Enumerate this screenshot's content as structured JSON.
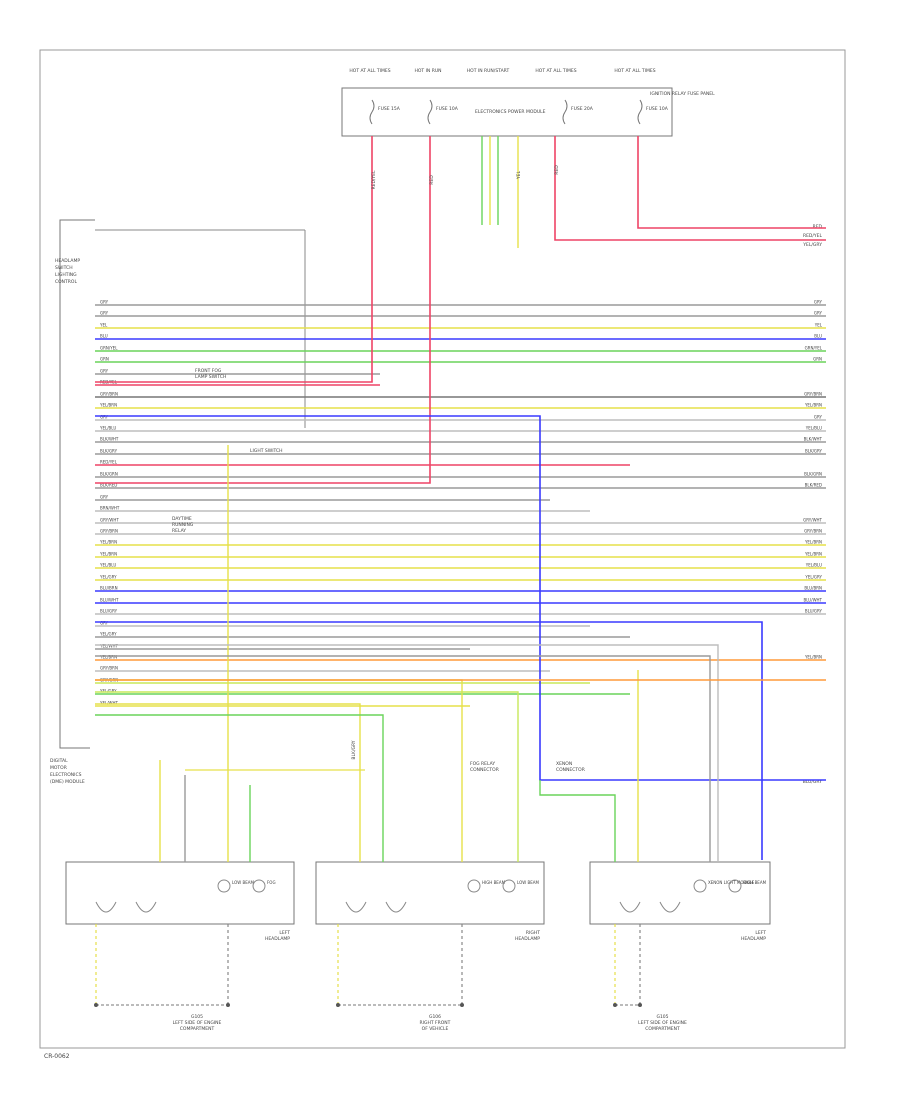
{
  "fuse_box": {
    "headers": [
      "HOT AT ALL TIMES",
      "HOT IN RUN",
      "HOT IN RUN/START",
      "HOT AT ALL TIMES",
      "HOT AT ALL TIMES"
    ],
    "fuses": [
      {
        "label": "FUSE 15A"
      },
      {
        "label": "FUSE 10A"
      },
      {
        "label": "FUSE 20A"
      },
      {
        "label": "FUSE 10A"
      }
    ],
    "side_note": "IGNITION RELAY FUSE PANEL",
    "center_label": "ELECTRONICS POWER MODULE"
  },
  "left_module": {
    "title_lines": [
      "HEADLAMP",
      "SWITCH",
      "LIGHTING",
      "CONTROL"
    ],
    "bottom_lines": [
      "DIGITAL",
      "MOTOR",
      "ELECTRONICS",
      "(DME) MODULE"
    ]
  },
  "ground_sources": [
    {
      "lines": [
        "FRONT FOG",
        "LAMP SWITCH"
      ]
    },
    {
      "lines": [
        "LIGHT SWITCH"
      ]
    },
    {
      "lines": [
        "DAYTIME",
        "RUNNING",
        "RELAY"
      ]
    }
  ],
  "rows": [
    {
      "left": "GRY",
      "right": "GRY",
      "color": "#9a9a9a"
    },
    {
      "left": "GRY",
      "right": "GRY",
      "color": "#9a9a9a"
    },
    {
      "left": "YEL",
      "right": "YEL",
      "color": "#e6e04a"
    },
    {
      "left": "BLU",
      "right": "BLU",
      "color": "#3a3aff"
    },
    {
      "left": "GRN/YEL",
      "right": "GRN/YEL",
      "color": "#6ad45a"
    },
    {
      "left": "GRN",
      "right": "GRN",
      "color": "#6ad45a"
    },
    {
      "left": "GRY",
      "right": "",
      "color": "#9a9a9a"
    },
    {
      "left": "RED/YEL",
      "right": "",
      "color": "#ee4466"
    },
    {
      "left": "GRY/BRN",
      "right": "GRY/BRN",
      "color": "#777777"
    },
    {
      "left": "YEL/BRN",
      "right": "YEL/BRN",
      "color": "#e6e04a"
    },
    {
      "left": "GRY",
      "right": "GRY",
      "color": "#bdbdbd"
    },
    {
      "left": "YEL/BLU",
      "right": "YEL/BLU",
      "color": "#bdbdbd"
    },
    {
      "left": "BLK/WHT",
      "right": "BLK/WHT",
      "color": "#9a9a9a"
    },
    {
      "left": "BLK/GRY",
      "right": "BLK/GRY",
      "color": "#9a9a9a"
    },
    {
      "left": "RED/YEL",
      "right": "",
      "color": "#ee4466"
    },
    {
      "left": "BLK/GRN",
      "right": "BLK/GRN",
      "color": "#9a9a9a"
    },
    {
      "left": "BLK/RED",
      "right": "BLK/RED",
      "color": "#9a9a9a"
    },
    {
      "left": "GRY",
      "right": "",
      "color": "#9a9a9a"
    },
    {
      "left": "BRN/WHT",
      "right": "",
      "color": "#bdbdbd"
    },
    {
      "left": "GRY/WHT",
      "right": "GRY/WHT",
      "color": "#bdbdbd"
    },
    {
      "left": "GRY/BRN",
      "right": "GRY/BRN",
      "color": "#bdbdbd"
    },
    {
      "left": "YEL/BRN",
      "right": "YEL/BRN",
      "color": "#e6e04a"
    },
    {
      "left": "YEL/BRN",
      "right": "YEL/BRN",
      "color": "#e6e04a"
    },
    {
      "left": "YEL/BLU",
      "right": "YEL/BLU",
      "color": "#e6e04a"
    },
    {
      "left": "YEL/GRY",
      "right": "YEL/GRY",
      "color": "#e6e04a"
    },
    {
      "left": "BLU/BRN",
      "right": "BLU/BRN",
      "color": "#3a3aff"
    },
    {
      "left": "BLU/WHT",
      "right": "BLU/WHT",
      "color": "#3a3aff"
    },
    {
      "left": "BLU/GRY",
      "right": "BLU/GRY",
      "color": "#bdbdbd"
    },
    {
      "left": "GRY",
      "right": "",
      "color": "#bdbdbd"
    },
    {
      "left": "YEL/GRY",
      "right": "",
      "color": "#9a9a9a"
    },
    {
      "left": "YEL/WHT",
      "right": "",
      "color": "#9a9a9a"
    },
    {
      "left": "YEL/BRN",
      "right": "YEL/BRN",
      "color": "#ff9a3a"
    },
    {
      "left": "GRY/BRN",
      "right": "",
      "color": "#bdbdbd"
    },
    {
      "left": "GRY/GRN",
      "right": "",
      "color": "#c8e85a"
    },
    {
      "left": "YEL/GRY",
      "right": "",
      "color": "#6ad45a"
    },
    {
      "left": "YEL/WHT",
      "right": "",
      "color": "#e6e04a"
    }
  ],
  "top_right_labels": [
    "RED",
    "RED/YEL",
    "YEL/GRY"
  ],
  "right_bottom_label": "BLU/GRY",
  "lamps": [
    {
      "name_lines": [
        "LEFT",
        "HEADLAMP"
      ],
      "bulbs": [
        "LOW BEAM",
        "FOG"
      ]
    },
    {
      "name_lines": [
        "RIGHT",
        "HEADLAMP"
      ],
      "bulbs": [
        "HIGH BEAM",
        "LOW BEAM"
      ]
    },
    {
      "name_lines": [
        "LEFT",
        "HEADLAMP"
      ],
      "bulbs": [
        "XENON LIGHT MODULE",
        "HIGH BEAM"
      ]
    }
  ],
  "grounds": [
    {
      "lines": [
        "G105",
        "LEFT SIDE OF ENGINE",
        "COMPARTMENT"
      ]
    },
    {
      "lines": [
        "G106",
        "RIGHT FRONT",
        "OF VEHICLE"
      ]
    },
    {
      "lines": [
        "G105",
        "LEFT SIDE OF ENGINE",
        "COMPARTMENT"
      ]
    }
  ],
  "mid_labels": {
    "wire_stack": "BLK/GRY",
    "fog_relay": [
      "FOG RELAY",
      "CONNECTOR"
    ],
    "xenon": [
      "XENON",
      "CONNECTOR"
    ]
  },
  "footer_code": "CR-0062"
}
